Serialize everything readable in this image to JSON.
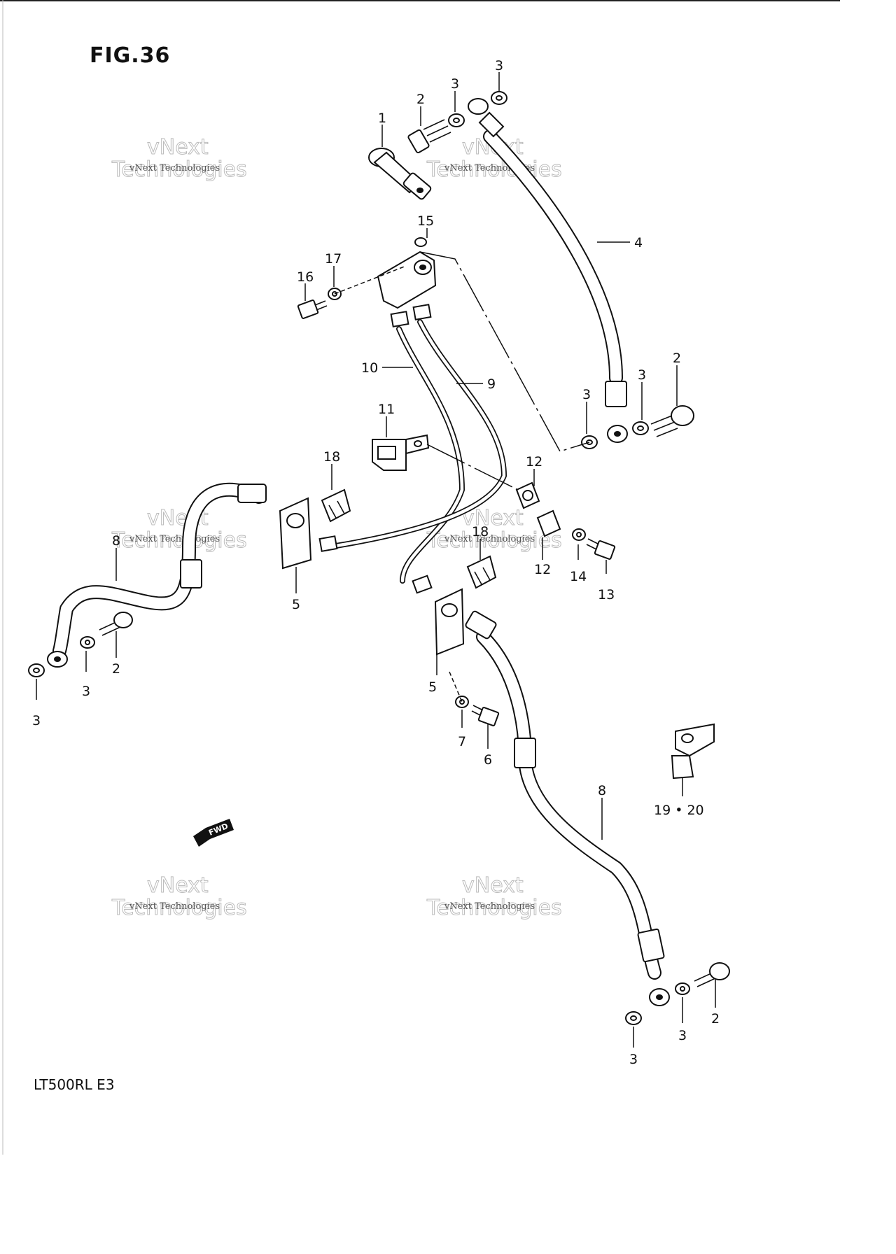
{
  "figure": {
    "title": "FIG.36",
    "model": "LT500RL E3",
    "fwd_label": "FWD"
  },
  "watermarks": [
    {
      "small": "vNext Technologies",
      "big_top": "vNext",
      "big_bottom": "Technologies"
    },
    {
      "small": "vNext Technologies",
      "big_top": "vNext",
      "big_bottom": "Technologies"
    },
    {
      "small": "vNext Technologies",
      "big_top": "vNext",
      "big_bottom": "Technologies"
    },
    {
      "small": "vNext Technologies",
      "big_top": "vNext",
      "big_bottom": "Technologies"
    },
    {
      "small": "vNext Technologies",
      "big_top": "vNext",
      "big_bottom": "Technologies"
    },
    {
      "small": "vNext Technologies",
      "big_top": "vNext",
      "big_bottom": "Technologies"
    }
  ],
  "callouts": [
    {
      "id": "c1",
      "text": "1"
    },
    {
      "id": "c2a",
      "text": "2"
    },
    {
      "id": "c3a",
      "text": "3"
    },
    {
      "id": "c3b",
      "text": "3"
    },
    {
      "id": "c4",
      "text": "4"
    },
    {
      "id": "c15",
      "text": "15"
    },
    {
      "id": "c17",
      "text": "17"
    },
    {
      "id": "c16",
      "text": "16"
    },
    {
      "id": "c10",
      "text": "10"
    },
    {
      "id": "c9",
      "text": "9"
    },
    {
      "id": "c3c",
      "text": "3"
    },
    {
      "id": "c3d",
      "text": "3"
    },
    {
      "id": "c2b",
      "text": "2"
    },
    {
      "id": "c11",
      "text": "11"
    },
    {
      "id": "c18a",
      "text": "18"
    },
    {
      "id": "c12a",
      "text": "12"
    },
    {
      "id": "c8a",
      "text": "8"
    },
    {
      "id": "c18b",
      "text": "18"
    },
    {
      "id": "c12b",
      "text": "12"
    },
    {
      "id": "c14",
      "text": "14"
    },
    {
      "id": "c13",
      "text": "13"
    },
    {
      "id": "c5a",
      "text": "5"
    },
    {
      "id": "c2c",
      "text": "2"
    },
    {
      "id": "c3e",
      "text": "3"
    },
    {
      "id": "c3f",
      "text": "3"
    },
    {
      "id": "c5b",
      "text": "5"
    },
    {
      "id": "c7",
      "text": "7"
    },
    {
      "id": "c6",
      "text": "6"
    },
    {
      "id": "c8b",
      "text": "8"
    },
    {
      "id": "c1920",
      "text": "19 • 20"
    },
    {
      "id": "c2d",
      "text": "2"
    },
    {
      "id": "c3g",
      "text": "3"
    },
    {
      "id": "c3h",
      "text": "3"
    }
  ]
}
